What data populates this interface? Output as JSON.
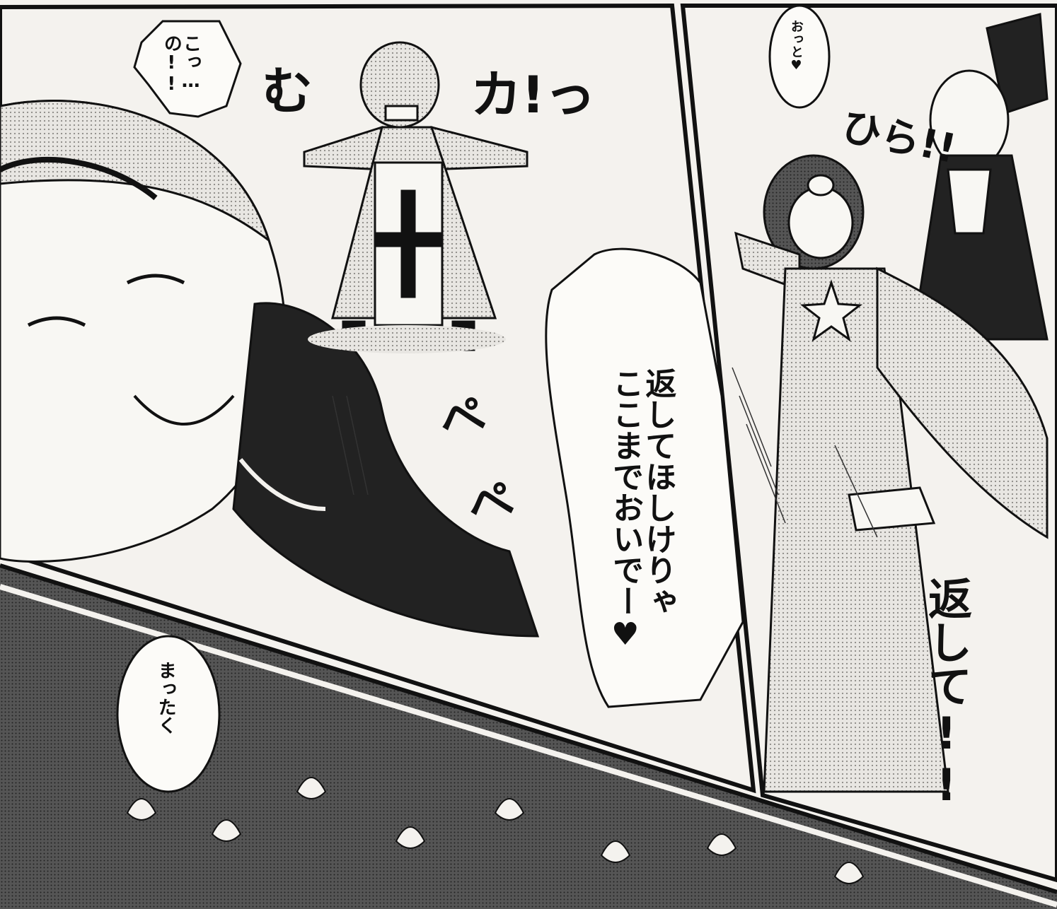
{
  "bubbles": {
    "kotsu": "こっ…\nの!!",
    "otto": "おっと♥",
    "kaeshite_main": "返してほしけりゃ\nここまでおいでー♥",
    "kaeshite": "返して!!",
    "mattaku": "まったく"
  },
  "sfx": {
    "mu": "む",
    "ka": "カ!っ",
    "hira": "ひら!!",
    "pe1": "ぺ",
    "pe2": "ぺ"
  }
}
